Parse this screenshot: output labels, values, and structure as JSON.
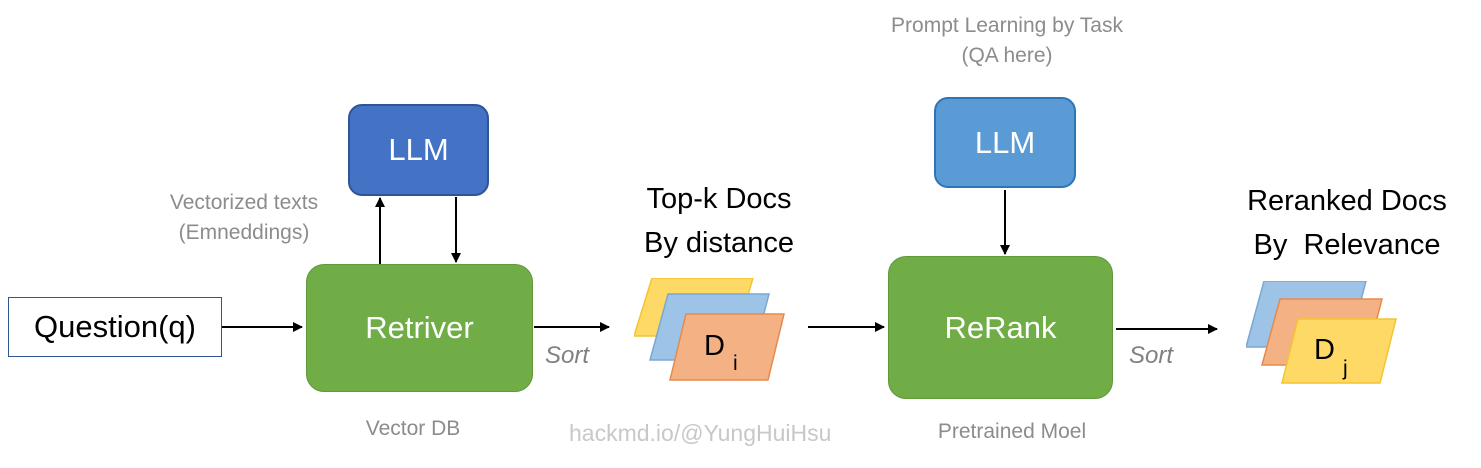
{
  "question": {
    "label": "Question(q)"
  },
  "retriever": {
    "label": "Retriver",
    "caption": "Vector DB"
  },
  "llm_left": {
    "label": "LLM"
  },
  "vectorized": {
    "line1": "Vectorized texts",
    "line2": "(Emneddings)"
  },
  "topk": {
    "line1": "Top-k Docs",
    "line2": "By distance",
    "doc_label": "D",
    "doc_subscript": "i"
  },
  "sort_label": "Sort",
  "rerank": {
    "label": "ReRank",
    "caption": "Pretrained Moel"
  },
  "llm_right": {
    "label": "LLM"
  },
  "prompt_learning": {
    "line1": "Prompt Learning by Task",
    "line2": "(QA here)"
  },
  "reranked": {
    "line1": "Reranked Docs",
    "line2": "By  Relevance",
    "doc_label": "D",
    "doc_subscript": "j"
  },
  "watermark": "hackmd.io/@YungHuiHsu",
  "colors": {
    "green": "#70ad47",
    "llm_dark_blue": "#4472c4",
    "llm_light_blue": "#5b9bd5",
    "doc_yellow": "#ffd966",
    "doc_blue": "#9dc3e6",
    "doc_orange": "#f4b183"
  }
}
